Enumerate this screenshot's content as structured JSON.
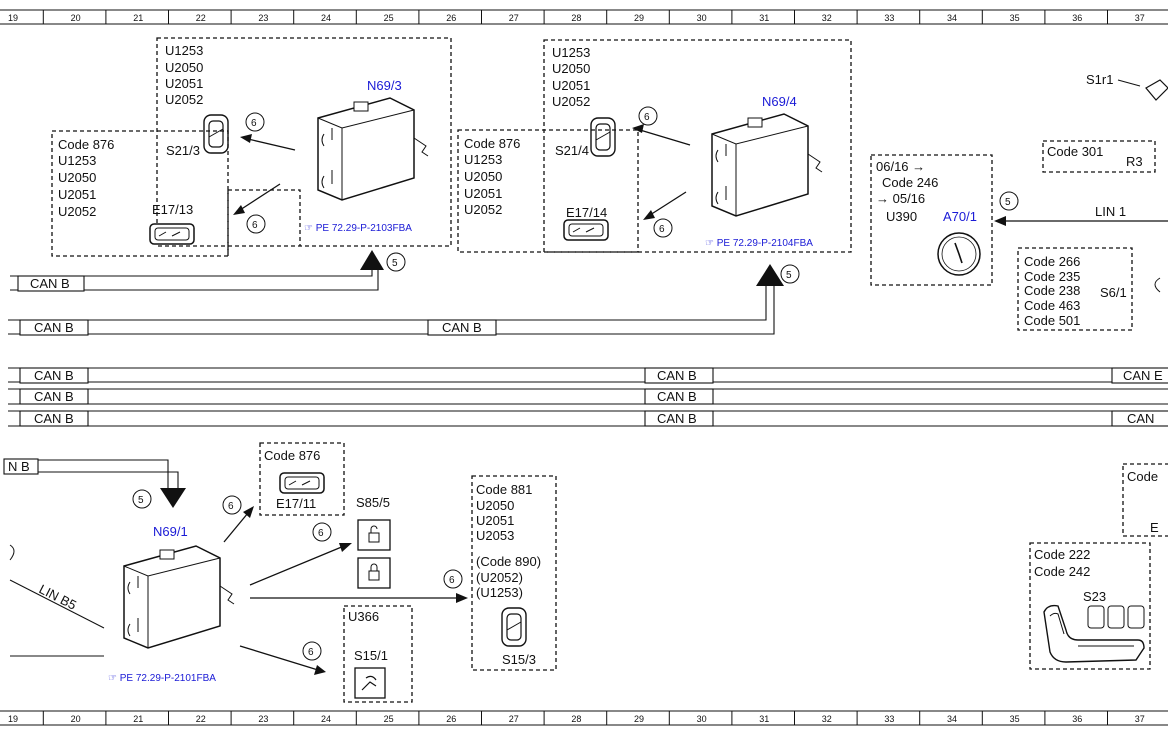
{
  "grid_numbers": [
    "19",
    "20",
    "21",
    "22",
    "23",
    "24",
    "25",
    "26",
    "27",
    "28",
    "29",
    "30",
    "31",
    "32",
    "33",
    "34",
    "35",
    "36",
    "37"
  ],
  "bus_label": "CAN B",
  "bus_label_cut": "CAN E",
  "bus_label_cut2": "CAN",
  "bus_label_cut3": "N B",
  "lin1": "LIN 1",
  "lin_b5": "LIN B5",
  "circle_5": "5",
  "circle_6": "6",
  "n69_3": {
    "title": "N69/3",
    "codes": [
      "U1253",
      "U2050",
      "U2051",
      "U2052"
    ],
    "switch": "S21/3",
    "light_codes": [
      "Code 876",
      "U1253",
      "U2050",
      "U2051",
      "U2052"
    ],
    "light": "E17/13",
    "ref": "PE 72.29-P-2103FBA"
  },
  "n69_4": {
    "title": "N69/4",
    "codes": [
      "U1253",
      "U2050",
      "U2051",
      "U2052"
    ],
    "switch": "S21/4",
    "light_codes": [
      "Code 876",
      "U1253",
      "U2050",
      "U2051",
      "U2052"
    ],
    "light": "E17/14",
    "ref": "PE 72.29-P-2104FBA"
  },
  "a70": {
    "title": "A70/1",
    "lines": [
      "06/16 →",
      "Code 246",
      "→ 05/16",
      "U390"
    ]
  },
  "s1r1": "S1r1",
  "r3": {
    "code": "Code 301",
    "label": "R3"
  },
  "s6": {
    "codes": [
      "Code 266",
      "Code 235",
      "Code 238",
      "Code 463",
      "Code 501"
    ],
    "label": "S6/1"
  },
  "n69_1": {
    "title": "N69/1",
    "ref": "PE 72.29-P-2101FBA",
    "light_code": "Code 876",
    "light": "E17/11",
    "lock": "S85/5",
    "u366": "U366",
    "s15_1": "S15/1",
    "s15_3_codes": [
      "Code 881",
      "U2050",
      "U2051",
      "U2053",
      "",
      "(Code 890)",
      "(U2052)",
      "(U1253)"
    ],
    "s15_3": "S15/3"
  },
  "right_bottom": {
    "code_cut": "Code",
    "e_cut": "E",
    "seat_codes": [
      "Code 222",
      "Code 242"
    ],
    "seat": "S23"
  }
}
